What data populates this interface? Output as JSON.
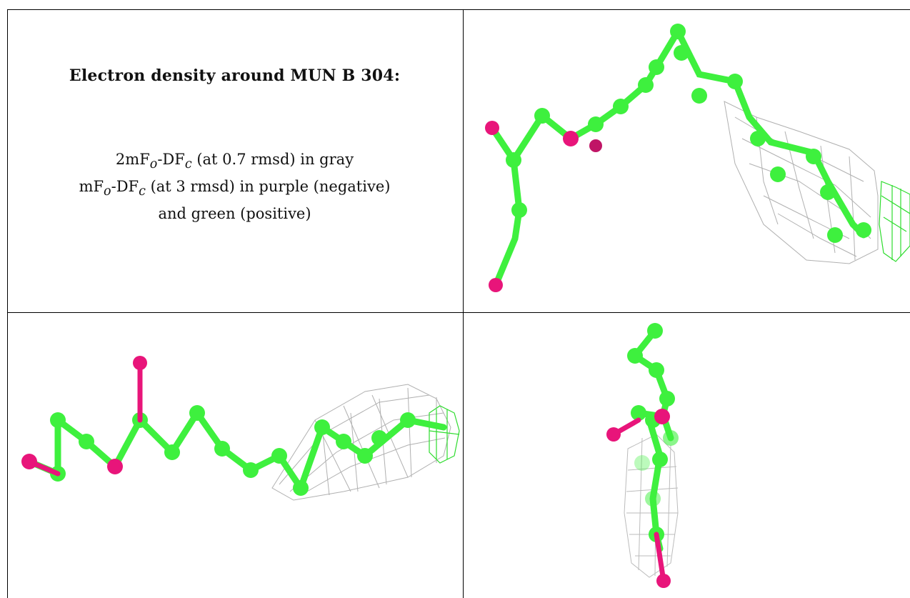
{
  "caption": {
    "title": "Electron density around MUN B 304:",
    "line1_prefix": "2mF",
    "line1_sub1": "o",
    "line1_mid": "-DF",
    "line1_sub2": "c",
    "line1_suffix": " (at 0.7 rmsd) in gray",
    "line2_prefix": "mF",
    "line2_sub1": "o",
    "line2_mid": "-DF",
    "line2_sub2": "c",
    "line2_suffix": " (at 3 rmsd) in purple (negative)",
    "line3": "and green (positive)"
  },
  "colors": {
    "carbon": "#3ef03e",
    "oxygen": "#e8157a",
    "map_2fofc": "#9a9a9a",
    "map_fofc_positive": "#22dd22"
  },
  "panels": [
    {
      "name": "view-1",
      "description_icon": "molecule-icon"
    },
    {
      "name": "view-2",
      "description_icon": "molecule-icon"
    },
    {
      "name": "view-3",
      "description_icon": "molecule-icon"
    }
  ]
}
